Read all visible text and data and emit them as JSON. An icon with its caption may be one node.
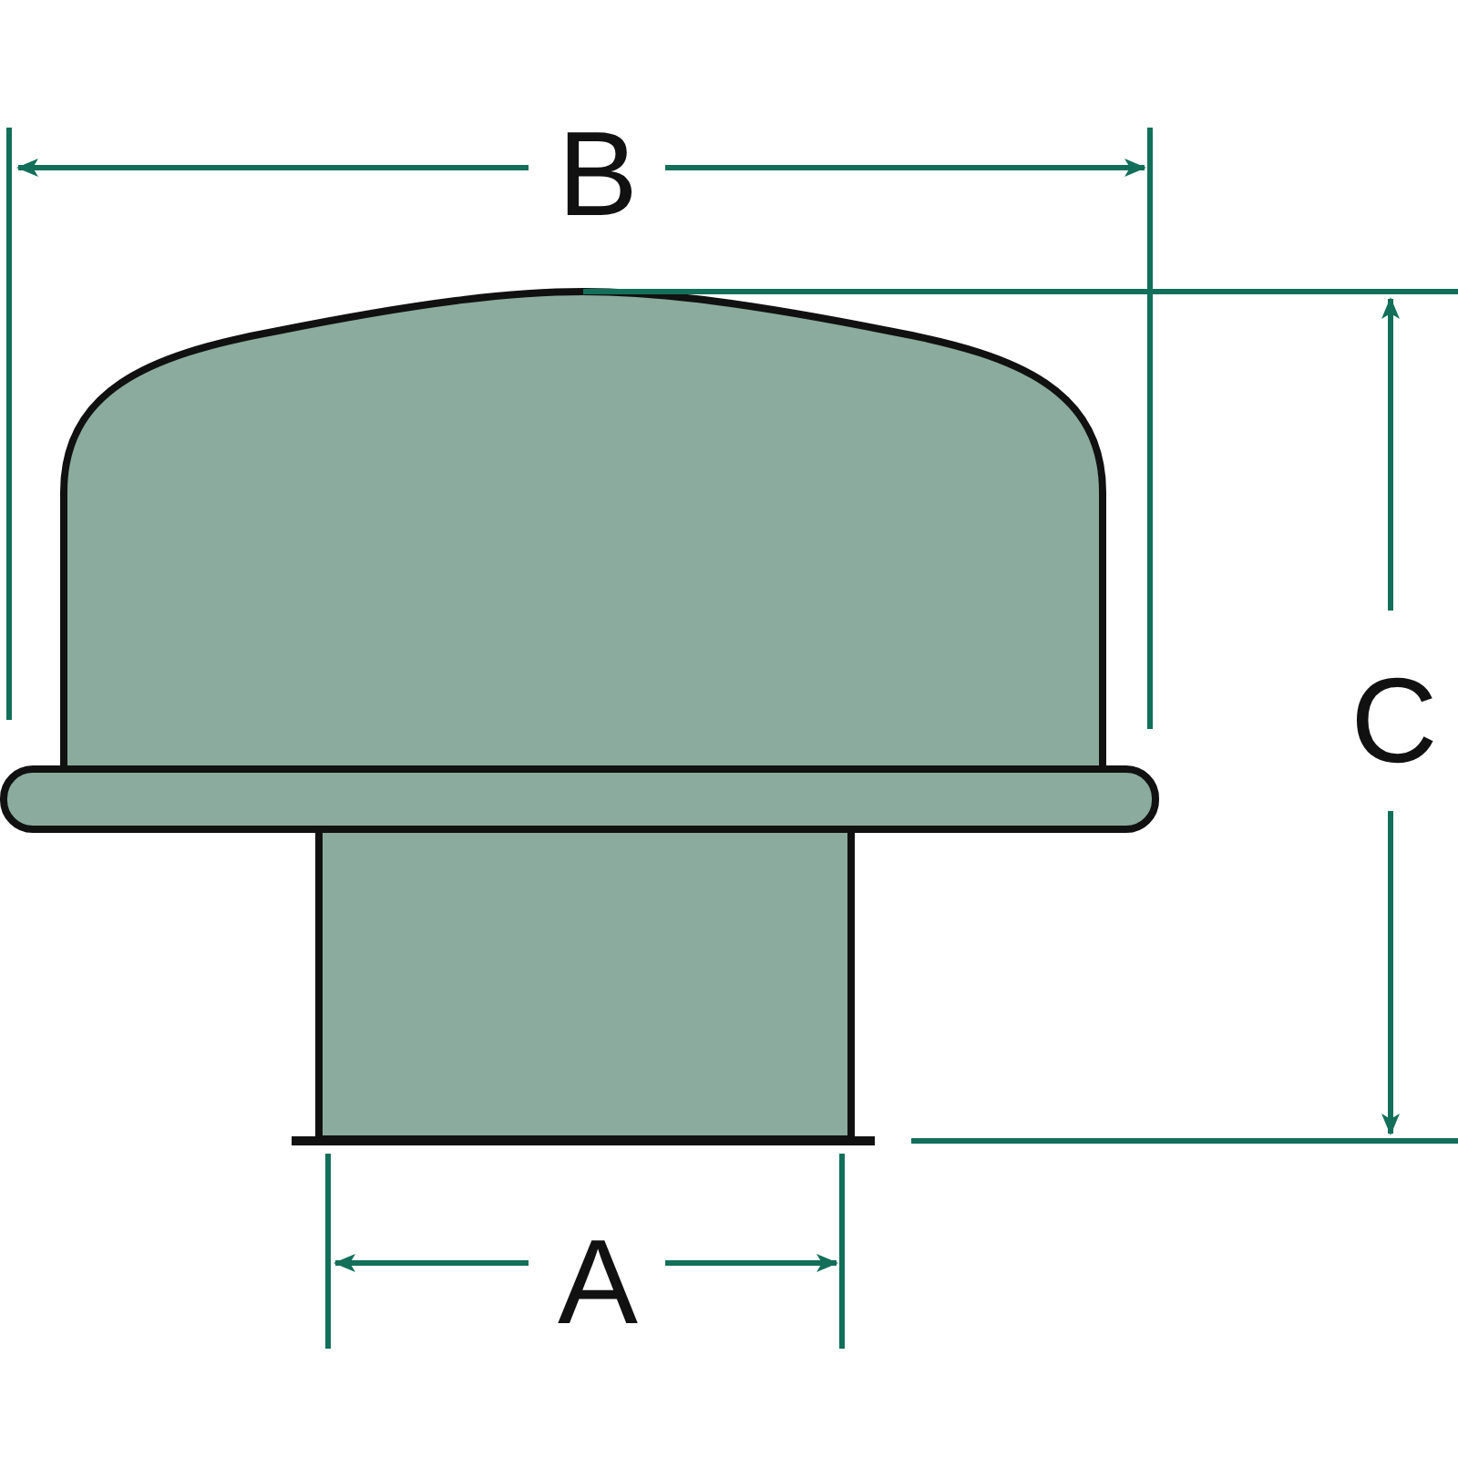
{
  "diagram": {
    "labels": [
      "B",
      "C",
      "A"
    ]
  }
}
